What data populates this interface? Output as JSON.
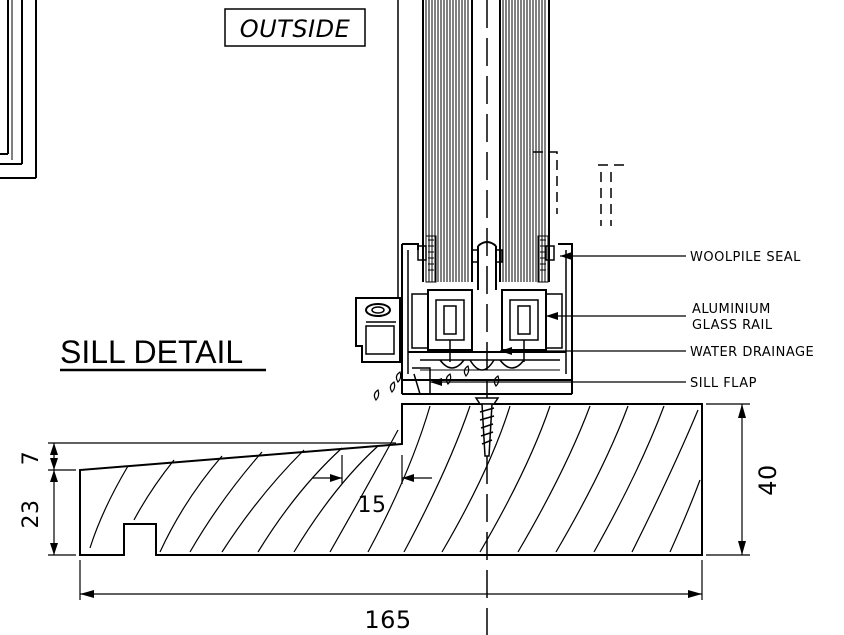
{
  "drawing": {
    "outside_label": "OUTSIDE",
    "title": "SILL DETAIL",
    "callouts": {
      "woolpile_seal": "WOOLPILE SEAL",
      "aluminium_glass_rail_1": "ALUMINIUM",
      "aluminium_glass_rail_2": "GLASS RAIL",
      "water_drainage": "WATER DRAINAGE",
      "sill_flap": "SILL FLAP"
    },
    "dimensions": {
      "overall_width": "165",
      "height_right": "40",
      "step_height": "7",
      "left_height": "23",
      "offset": "15"
    }
  }
}
